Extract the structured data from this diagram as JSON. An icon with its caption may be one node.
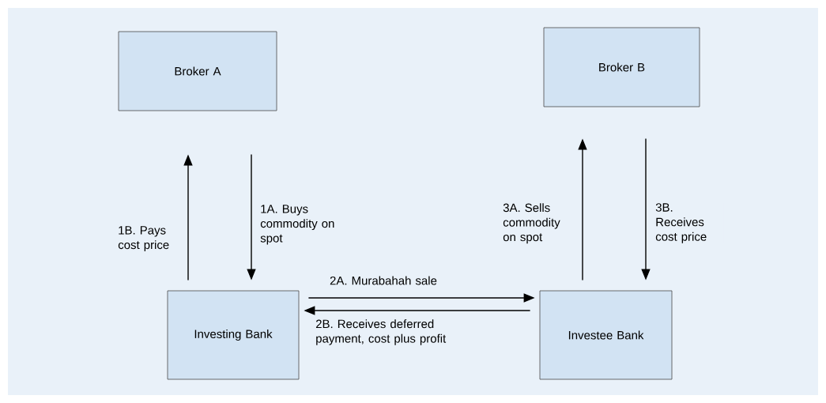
{
  "diagram": {
    "nodes": [
      {
        "text": [
          "Broker A"
        ]
      },
      {
        "text": [
          "Broker B"
        ]
      },
      {
        "text": [
          "Investing Bank"
        ]
      },
      {
        "text": [
          "Investee Bank"
        ]
      }
    ],
    "edges": [
      {
        "from": 2,
        "to": 0,
        "arrow": "to",
        "label": "1B. Pays cost price"
      },
      {
        "from": 0,
        "to": 2,
        "arrow": "to",
        "label": "1A. Buys commodity on spot"
      },
      {
        "from": 2,
        "to": 3,
        "arrow": "to",
        "label": "2A. Murabahah sale"
      },
      {
        "from": 3,
        "to": 2,
        "arrow": "to",
        "label": "2B. Receives deferred payment, cost plus profit"
      },
      {
        "from": 3,
        "to": 1,
        "arrow": "to",
        "label": "3A. Sells commodity on spot"
      },
      {
        "from": 1,
        "to": 3,
        "arrow": "to",
        "label": "3B. Receives cost price"
      }
    ]
  }
}
